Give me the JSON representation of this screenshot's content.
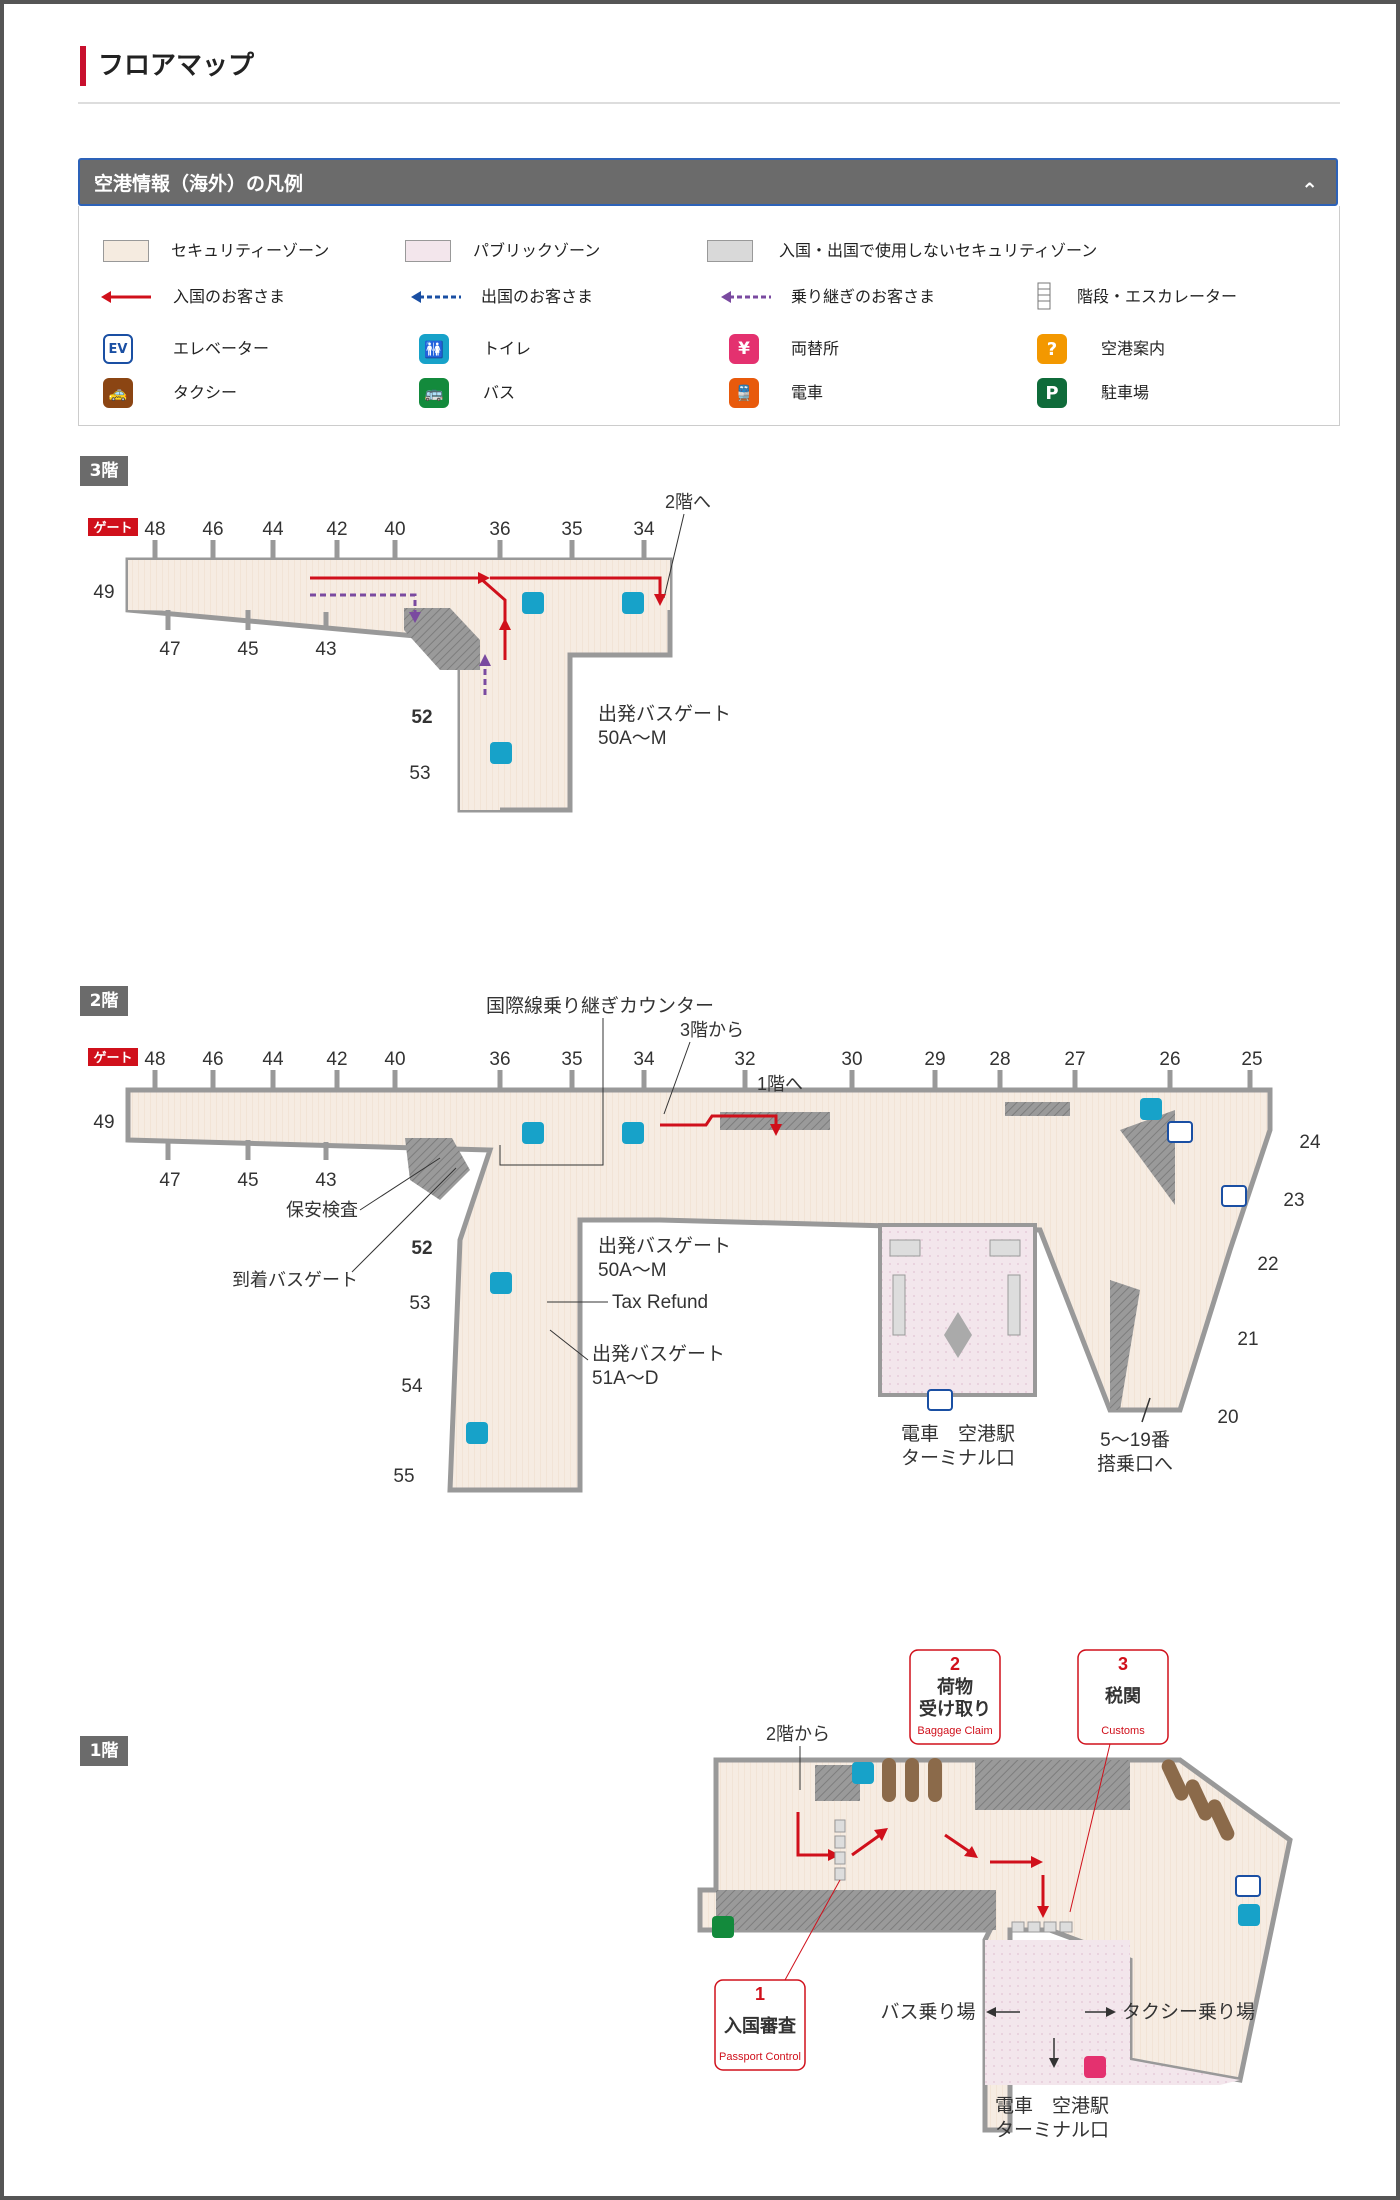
{
  "page": {
    "title": "フロアマップ"
  },
  "legend": {
    "header": "空港情報（海外）の凡例",
    "zones": {
      "security": "セキュリティーゾーン",
      "public": "パブリックゾーン",
      "unused": "入国・出国で使用しないセキュリティゾーン"
    },
    "routes": {
      "arrival": "入国のお客さま",
      "departure": "出国のお客さま",
      "transfer": "乗り継ぎのお客さま",
      "stairs": "階段・エスカレーター"
    },
    "facilities": {
      "elevator": "エレベーター",
      "toilet": "トイレ",
      "exchange": "両替所",
      "info": "空港案内",
      "taxi": "タクシー",
      "bus": "バス",
      "train": "電車",
      "parking": "駐車場"
    },
    "colors": {
      "arrival": "#d0101b",
      "departure": "#1a4fa3",
      "transfer": "#7a4aa0",
      "toilet": "#17a2c9",
      "exchange": "#e4316f",
      "info": "#f39800",
      "taxi": "#8b4513",
      "bus": "#138a3c",
      "train": "#e85a0c",
      "parking": "#0f6b3a"
    }
  },
  "floor3": {
    "badge": "3階",
    "gate_tag": "ゲート",
    "gates_top": [
      "48",
      "46",
      "44",
      "42",
      "40",
      "36",
      "35",
      "34"
    ],
    "gates_bottom": [
      "47",
      "45",
      "43"
    ],
    "gate_49": "49",
    "gate_52": "52",
    "gate_53": "53",
    "to_2f": "2階へ",
    "bus_gate_line1": "出発バスゲート",
    "bus_gate_line2": "50A～M"
  },
  "floor2": {
    "badge": "2階",
    "gate_tag": "ゲート",
    "gates_top": [
      "48",
      "46",
      "44",
      "42",
      "40",
      "36",
      "35",
      "34",
      "32",
      "30",
      "29",
      "28",
      "27",
      "26",
      "25"
    ],
    "gates_bottom": [
      "47",
      "45",
      "43"
    ],
    "gate_49": "49",
    "gates_right": [
      "24",
      "23",
      "22",
      "21",
      "20"
    ],
    "gates_left": [
      "52",
      "53",
      "54",
      "55"
    ],
    "transfer_counter": "国際線乗り継ぎカウンター",
    "from_3f": "3階から",
    "to_1f": "1階へ",
    "security": "保安検査",
    "arrival_bus_gate": "到着バスゲート",
    "dep_bus_50_line1": "出発バスゲート",
    "dep_bus_50_line2": "50A～M",
    "tax_refund": "Tax Refund",
    "dep_bus_51_line1": "出発バスゲート",
    "dep_bus_51_line2": "51A～D",
    "train_line1": "電車　空港駅",
    "train_line2": "ターミナル口",
    "boarding_line1": "5～19番",
    "boarding_line2": "搭乗口へ"
  },
  "floor1": {
    "badge": "1階",
    "from_2f": "2階から",
    "step1_num": "1",
    "step1_title": "入国審査",
    "step1_sub": "Passport Control",
    "step2_num": "2",
    "step2_title_line1": "荷物",
    "step2_title_line2": "受け取り",
    "step2_sub": "Baggage Claim",
    "step3_num": "3",
    "step3_title": "税関",
    "step3_sub": "Customs",
    "bus_stop": "バス乗り場",
    "taxi_stop": "タクシー乗り場",
    "train_line1": "電車　空港駅",
    "train_line2": "ターミナル口"
  }
}
